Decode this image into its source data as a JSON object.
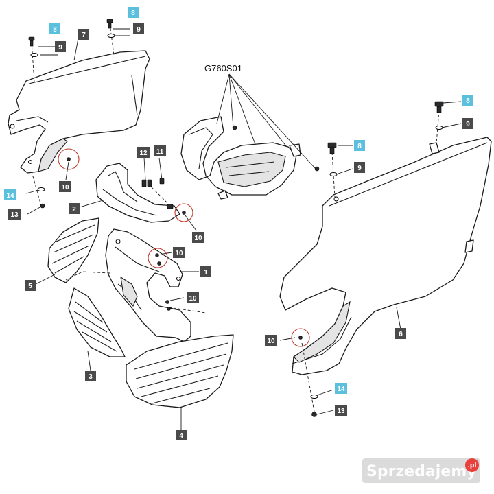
{
  "diagram": {
    "code": "G760S01",
    "callouts": [
      {
        "id": "c8a",
        "label": "8",
        "style": "accent"
      },
      {
        "id": "c9a",
        "label": "9",
        "style": "dark"
      },
      {
        "id": "c8b",
        "label": "8",
        "style": "accent"
      },
      {
        "id": "c9b",
        "label": "9",
        "style": "dark"
      },
      {
        "id": "c7",
        "label": "7",
        "style": "dark"
      },
      {
        "id": "c10a",
        "label": "10",
        "style": "dark"
      },
      {
        "id": "c14a",
        "label": "14",
        "style": "accent"
      },
      {
        "id": "c13a",
        "label": "13",
        "style": "dark"
      },
      {
        "id": "c12",
        "label": "12",
        "style": "dark"
      },
      {
        "id": "c11",
        "label": "11",
        "style": "dark"
      },
      {
        "id": "c2",
        "label": "2",
        "style": "dark"
      },
      {
        "id": "c10b",
        "label": "10",
        "style": "dark"
      },
      {
        "id": "c5",
        "label": "5",
        "style": "dark"
      },
      {
        "id": "c10c",
        "label": "10",
        "style": "dark"
      },
      {
        "id": "c1",
        "label": "1",
        "style": "dark"
      },
      {
        "id": "c10d",
        "label": "10",
        "style": "dark"
      },
      {
        "id": "c3",
        "label": "3",
        "style": "dark"
      },
      {
        "id": "c4",
        "label": "4",
        "style": "dark"
      },
      {
        "id": "c8c",
        "label": "8",
        "style": "accent"
      },
      {
        "id": "c9c",
        "label": "9",
        "style": "dark"
      },
      {
        "id": "c8d",
        "label": "8",
        "style": "accent"
      },
      {
        "id": "c9d",
        "label": "9",
        "style": "dark"
      },
      {
        "id": "c6",
        "label": "6",
        "style": "dark"
      },
      {
        "id": "c10e",
        "label": "10",
        "style": "dark"
      },
      {
        "id": "c14b",
        "label": "14",
        "style": "accent"
      },
      {
        "id": "c13b",
        "label": "13",
        "style": "dark"
      }
    ],
    "colors": {
      "accent": "#5bc0de",
      "dark": "#4a4a4a",
      "highlight": "#c0392b",
      "line": "#1a1a1a"
    }
  },
  "watermark": {
    "text": "Sprzedajemy",
    "suffix": ".pl",
    "badge_color": "#e8413c"
  }
}
